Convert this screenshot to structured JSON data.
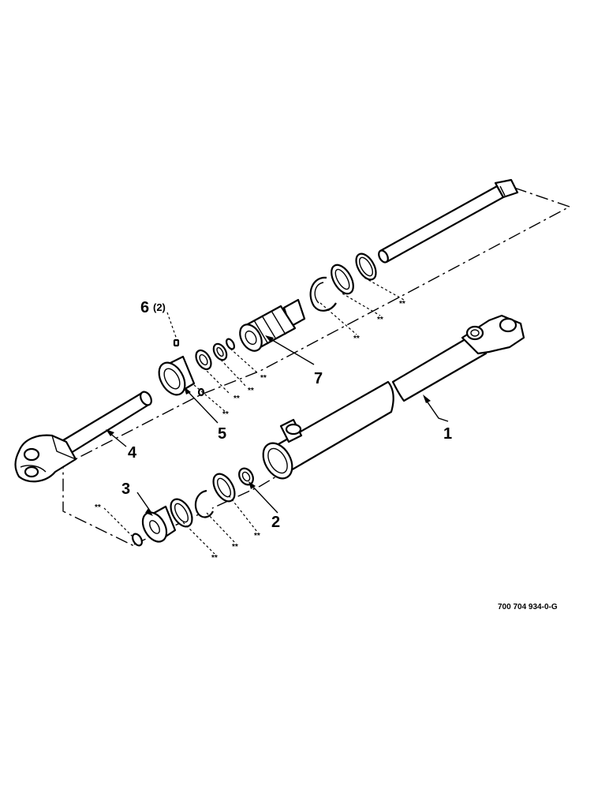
{
  "callouts": {
    "c1": "1",
    "c2": "2",
    "c3": "3",
    "c4": "4",
    "c5": "5",
    "c6": "6",
    "c6_qty": "(2)",
    "c7": "7"
  },
  "seal_marker": "**",
  "drawing_number": "700 704 934-0-G",
  "colors": {
    "line": "#000000",
    "background": "#ffffff"
  }
}
